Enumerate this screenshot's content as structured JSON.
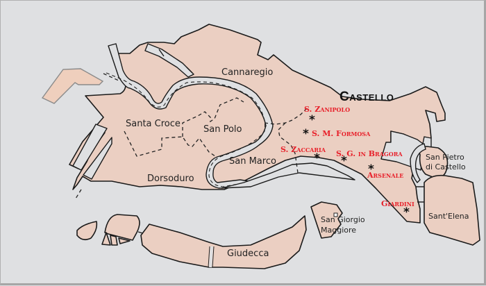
{
  "map": {
    "title": "Castello",
    "colors": {
      "water": "#dfe0e2",
      "land": "#ebcfc2",
      "poi_label": "#e8202a",
      "outline": "#1a1a1a"
    },
    "districts": [
      {
        "id": "cannaregio",
        "label": "Cannaregio"
      },
      {
        "id": "santa-croce",
        "label": "Santa Croce"
      },
      {
        "id": "san-polo",
        "label": "San Polo"
      },
      {
        "id": "san-marco",
        "label": "San Marco"
      },
      {
        "id": "dorsoduro",
        "label": "Dorsoduro"
      },
      {
        "id": "castello",
        "label": "Castello"
      }
    ],
    "islands": [
      {
        "id": "giudecca",
        "label": "Giudecca"
      },
      {
        "id": "san-giorgio",
        "label_line1": "San Giorgio",
        "label_line2": "Maggiore"
      },
      {
        "id": "san-pietro",
        "label_line1": "San Pietro",
        "label_line2": "di Castello"
      },
      {
        "id": "sant-elena",
        "label": "Sant'Elena"
      }
    ],
    "points_of_interest": [
      {
        "id": "s-zanipolo",
        "label": "S. Zanipolo",
        "marker": "*"
      },
      {
        "id": "s-m-formosa",
        "label": "S. M. Formosa",
        "marker": "*"
      },
      {
        "id": "s-zaccaria",
        "label": "S. Zaccaria",
        "marker": "*"
      },
      {
        "id": "s-g-in-bragora",
        "label": "S. G. in Bragora",
        "marker": "*"
      },
      {
        "id": "arsenale",
        "label": "Arsenale",
        "marker": "*"
      },
      {
        "id": "giardini",
        "label": "Giardini",
        "marker": "*"
      }
    ]
  }
}
